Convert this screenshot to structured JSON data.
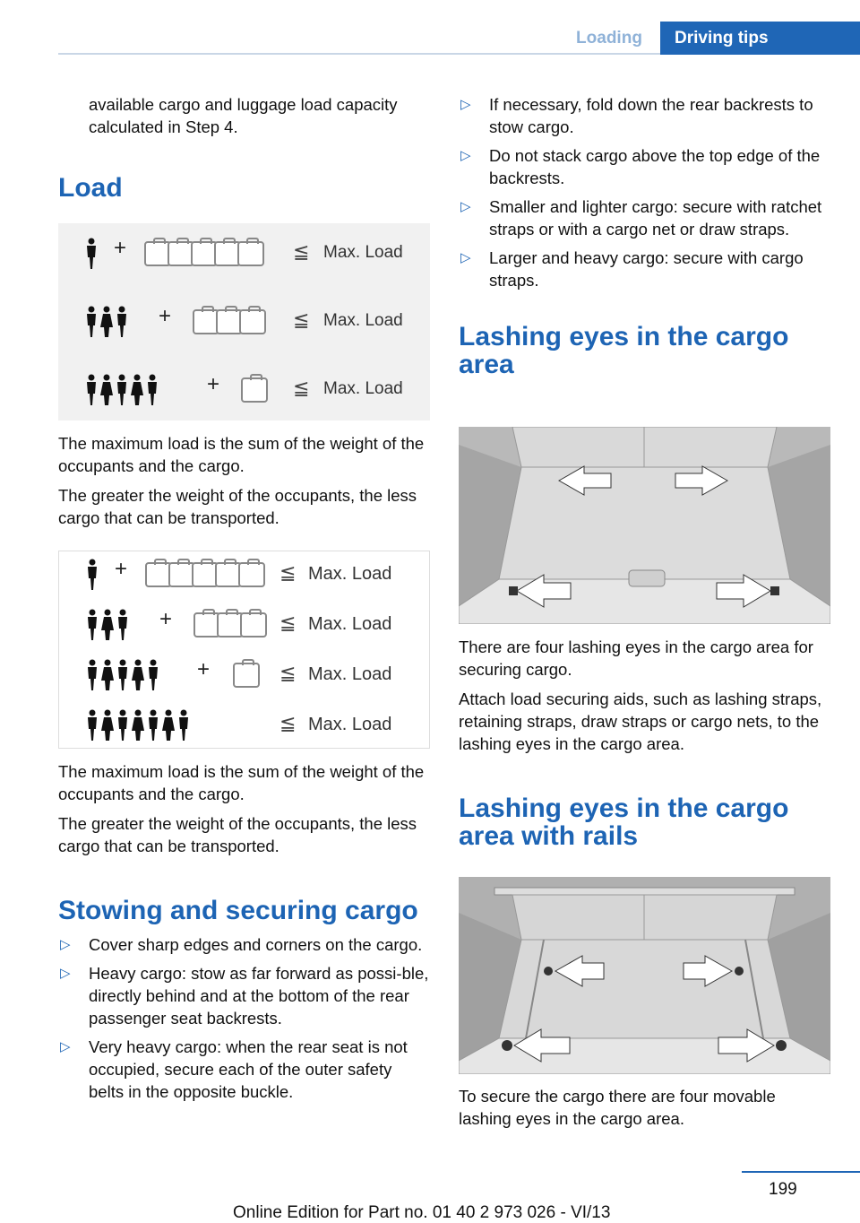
{
  "header": {
    "tab_loading": "Loading",
    "tab_driving_tips": "Driving tips"
  },
  "left": {
    "intro_text": "available cargo and luggage load capacity calculated in Step 4.",
    "load_heading": "Load",
    "fig1": {
      "row1": "Max. Load",
      "row2": "Max. Load",
      "row3": "Max. Load",
      "leq": "≦"
    },
    "para1": "The maximum load is the sum of the weight of the occupants and the cargo.",
    "para2": "The greater the weight of the occupants, the less cargo that can be transported.",
    "fig2": {
      "row1": "Max. Load",
      "row2": "Max. Load",
      "row3": "Max. Load",
      "row4": "Max. Load",
      "leq": "≦"
    },
    "para3": "The maximum load is the sum of the weight of the occupants and the cargo.",
    "para4": "The greater the weight of the occupants, the less cargo that can be transported.",
    "stow_heading": "Stowing and securing cargo",
    "stow_items": [
      "Cover sharp edges and corners on the cargo.",
      "Heavy cargo: stow as far forward as possi‐ble, directly behind and at the bottom of the rear passenger seat backrests.",
      "Very heavy cargo: when the rear seat is not occupied, secure each of the outer safety belts in the opposite buckle."
    ]
  },
  "right": {
    "bullets": [
      "If necessary, fold down the rear backrests to stow cargo.",
      "Do not stack cargo above the top edge of the backrests.",
      "Smaller and lighter cargo: secure with ratchet straps or with a cargo net or draw straps.",
      "Larger and heavy cargo: secure with cargo straps."
    ],
    "lashing_heading": "Lashing eyes in the cargo area",
    "lashing_p1": "There are four lashing eyes in the cargo area for securing cargo.",
    "lashing_p2": "Attach load securing aids, such as lashing straps, retaining straps, draw straps or cargo nets, to the lashing eyes in the cargo area.",
    "rails_heading": "Lashing eyes in the cargo area with rails",
    "rails_p1": "To secure the cargo there are four movable lashing eyes in the cargo area."
  },
  "footer": {
    "page_number": "199",
    "edition": "Online Edition for Part no. 01 40 2 973 026 - VI/13"
  },
  "icons": {
    "bullet": "triangle-right-icon",
    "marker_glyph": "▷"
  }
}
